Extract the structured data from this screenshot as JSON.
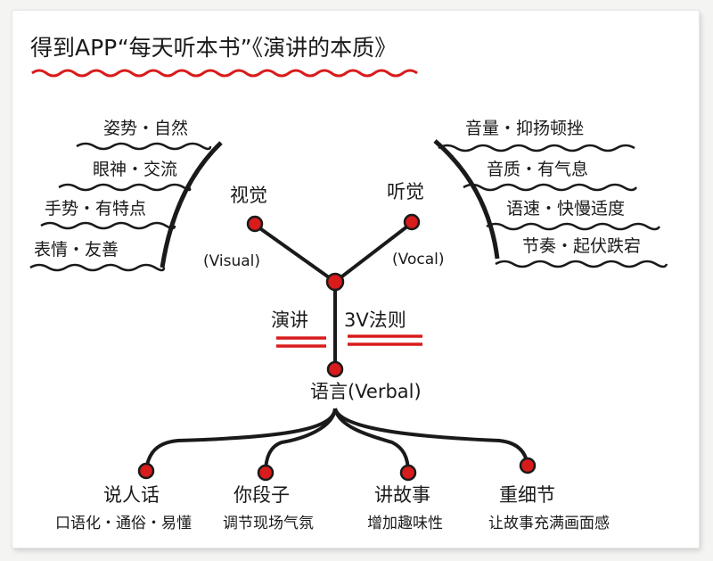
{
  "title": "得到APP“每天听本书”《演讲的本质》",
  "center": {
    "left": "演讲",
    "right": "3V法则"
  },
  "visual": {
    "label": "视觉",
    "sub": "(Visual)",
    "items": [
      "姿势・自然",
      "眼神・交流",
      "手势・有特点",
      "表情・友善"
    ]
  },
  "vocal": {
    "label": "听觉",
    "sub": "(Vocal)",
    "items": [
      "音量・抑扬顿挫",
      "音质・有气息",
      "语速・快慢适度",
      "节奏・起伏跌宕"
    ]
  },
  "verbal": {
    "label": "语言(Verbal)",
    "branches": [
      {
        "title": "说人话",
        "desc": "口语化・通俗・易懂"
      },
      {
        "title": "你段子",
        "desc": "调节现场气氛"
      },
      {
        "title": "讲故事",
        "desc": "增加趣味性"
      },
      {
        "title": "重细节",
        "desc": "让故事充满画面感"
      }
    ]
  },
  "colors": {
    "ink": "#1a1a1a",
    "accent": "#d81b1b",
    "paper": "#ffffff"
  }
}
